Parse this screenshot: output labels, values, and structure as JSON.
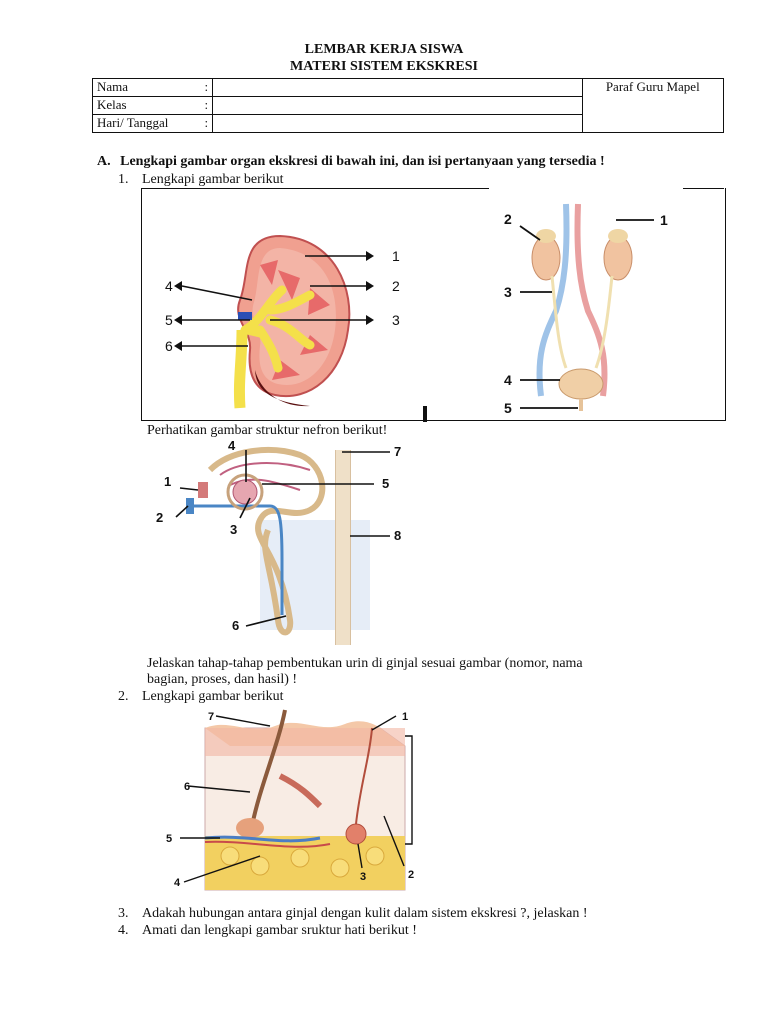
{
  "header": {
    "title_line1": "LEMBAR KERJA SISWA",
    "title_line2": "MATERI SISTEM EKSKRESI"
  },
  "identity": {
    "nama": "Nama",
    "kelas": "Kelas",
    "hari_tanggal": "Hari/ Tanggal",
    "colon": ":",
    "paraf": "Paraf Guru Mapel"
  },
  "section_a": {
    "number": "A.",
    "title": "Lengkapi gambar organ ekskresi di bawah ini, dan isi pertanyaan yang tersedia !"
  },
  "q1": {
    "number": "1.",
    "text": "Lengkapi gambar berikut",
    "kidney_labels": [
      "1",
      "2",
      "3",
      "4",
      "5",
      "6"
    ],
    "urinary_labels": [
      "1",
      "2",
      "3",
      "4",
      "5"
    ]
  },
  "nefron": {
    "text": "Perhatikan gambar struktur nefron berikut!",
    "labels": [
      "1",
      "2",
      "3",
      "4",
      "5",
      "6",
      "7",
      "8"
    ],
    "question_line1": "Jelaskan tahap-tahap pembentukan urin di ginjal sesuai gambar (nomor, nama",
    "question_line2": "bagian, proses, dan hasil) !"
  },
  "q2": {
    "number": "2.",
    "text": "Lengkapi gambar berikut",
    "skin_labels": [
      "1",
      "2",
      "3",
      "4",
      "5",
      "6",
      "7"
    ]
  },
  "q3": {
    "number": "3.",
    "text": "Adakah hubungan antara ginjal dengan kulit dalam sistem ekskresi ?, jelaskan !"
  },
  "q4": {
    "number": "4.",
    "text": "Amati dan lengkapi gambar sruktur hati berikut !"
  }
}
